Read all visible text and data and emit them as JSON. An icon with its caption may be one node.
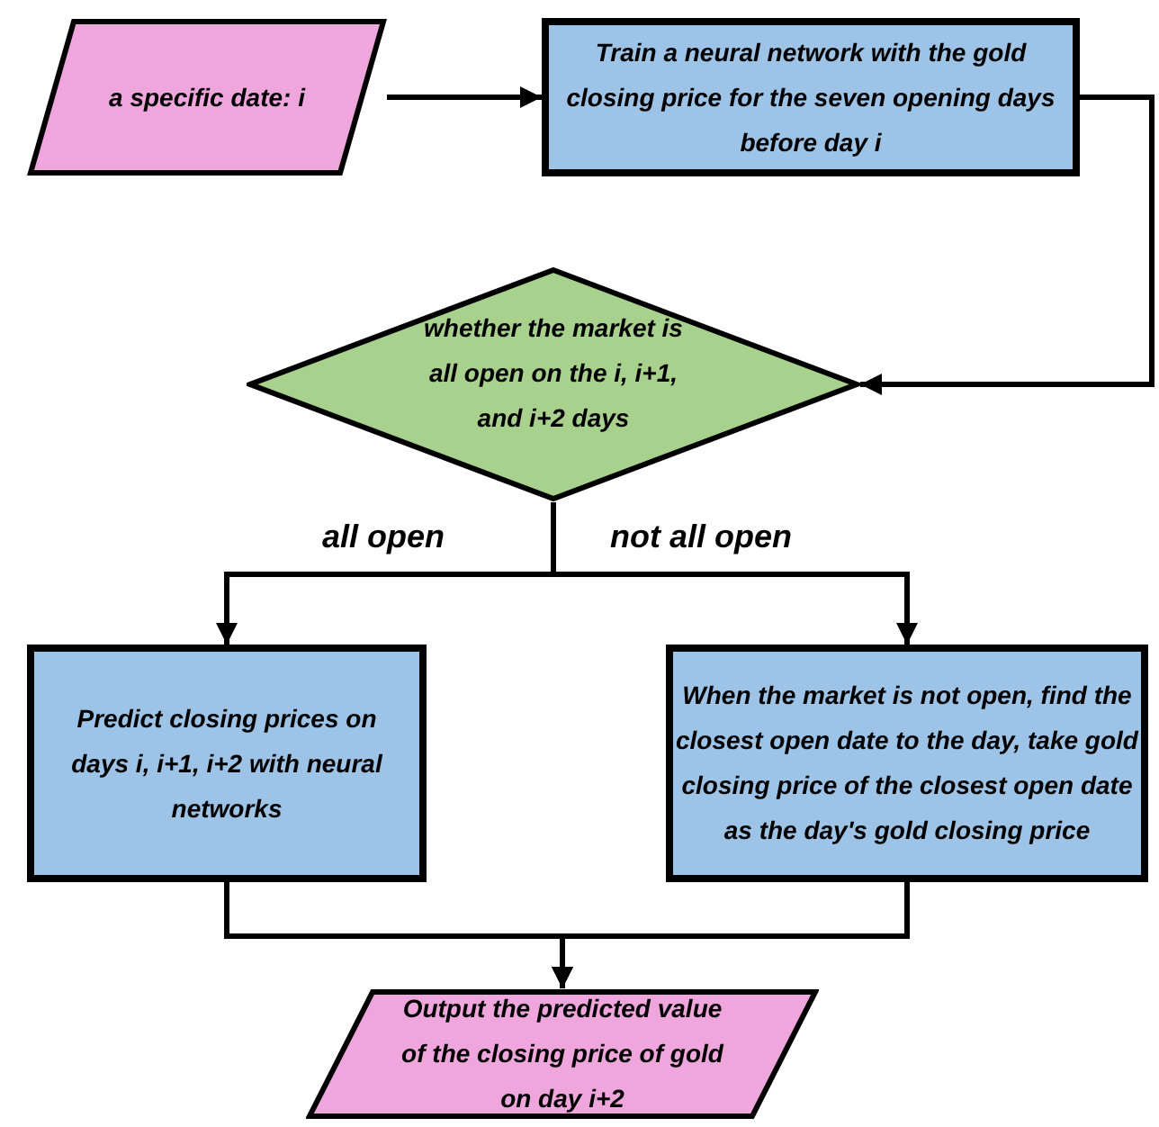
{
  "diagram": {
    "nodes": [
      {
        "text": [
          "a specific date: i"
        ]
      },
      {
        "text": [
          "Train a neural network with the gold closing price for the seven opening days before day i"
        ]
      },
      {
        "text": [
          "whether the market is all open on the i, i+1, and i+2 days"
        ]
      },
      {
        "text": [
          "Predict closing prices on days i, i+1, i+2 with neural networks"
        ]
      },
      {
        "text": [
          "When the market is not open, find the closest open date to the day, take gold closing price of the closest open date as the day's gold closing price"
        ]
      },
      {
        "text": [
          "Output the predicted value of the closing price of gold on day i+2"
        ]
      }
    ],
    "edges": [
      {
        "from": 0,
        "to": 1,
        "arrow": "to"
      },
      {
        "from": 1,
        "to": 2,
        "arrow": "to"
      },
      {
        "from": 2,
        "to": 3,
        "arrow": "to",
        "label": "all open"
      },
      {
        "from": 2,
        "to": 4,
        "arrow": "to",
        "label": "not all open"
      },
      {
        "from": 3,
        "to": 5,
        "arrow": "to"
      },
      {
        "from": 4,
        "to": 5,
        "arrow": "to"
      }
    ]
  }
}
